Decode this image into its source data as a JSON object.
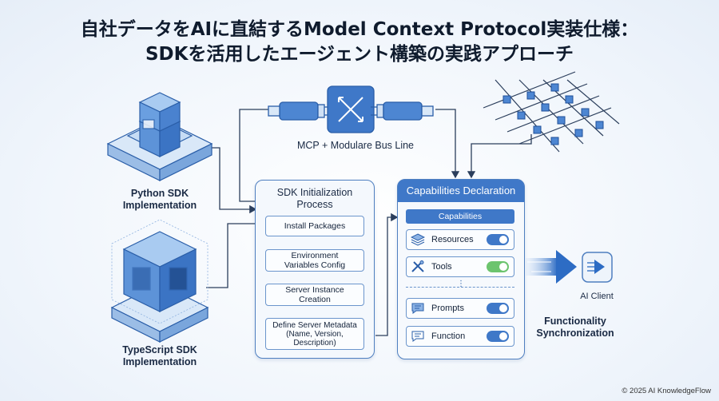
{
  "title": {
    "line1": "自社データをAIに直結するModel Context Protocol実装仕様：",
    "line2": "SDKを活用したエージェント構築の実践アプローチ"
  },
  "bus": {
    "label": "MCP + Modulare Bus Line"
  },
  "sdks": {
    "python": "Python SDK\nImplementation",
    "typescript": "TypeScript SDK\nImplementation"
  },
  "init_panel": {
    "title": "SDK Initialization\nProcess",
    "steps": [
      "Install Packages",
      "Environment\nVariables Config",
      "Server Instance\nCreation",
      "Define Server Metadata\n(Name, Version,\nDescription)"
    ]
  },
  "cap_panel": {
    "title": "Capabilities Declaration",
    "bar": "Capabilities",
    "items": [
      {
        "label": "Resources",
        "icon": "layers-icon",
        "toggle": "on",
        "color": "#3f78c8"
      },
      {
        "label": "Tools",
        "icon": "wrench-screwdriver-icon",
        "toggle": "on",
        "color": "#6cc46e"
      },
      {
        "label": "Prompts",
        "icon": "chat-bubble-icon",
        "toggle": "on",
        "color": "#3f78c8"
      },
      {
        "label": "Function",
        "icon": "message-icon",
        "toggle": "on",
        "color": "#3f78c8"
      }
    ]
  },
  "client": {
    "label": "AI Client"
  },
  "sync": {
    "label": "Functionality\nSynchronization"
  },
  "footer": "© 2025 AI KnowledgeFlow"
}
